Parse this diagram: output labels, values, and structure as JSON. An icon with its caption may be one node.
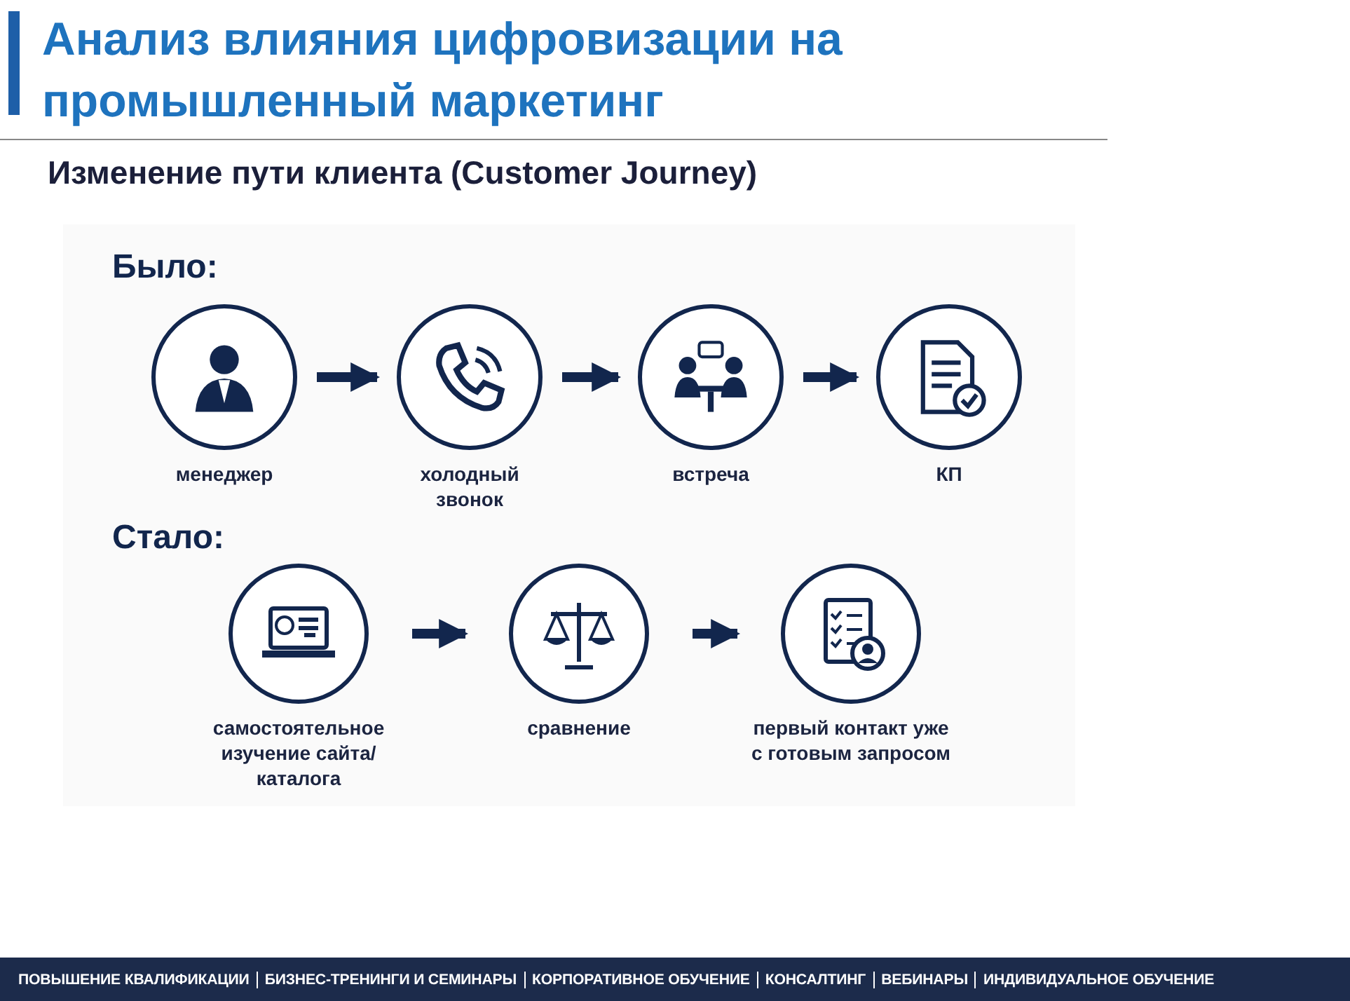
{
  "diagram": {
    "title": "Анализ влияния цифровизации на промышленный маркетинг",
    "nodes": [
      {
        "text": [
          "менеджер"
        ]
      },
      {
        "text": [
          "холодный звонок"
        ]
      },
      {
        "text": [
          "встреча"
        ]
      },
      {
        "text": [
          "КП"
        ]
      },
      {
        "text": [
          "самостоятельное изучение сайта/каталога"
        ]
      },
      {
        "text": [
          "сравнение"
        ]
      },
      {
        "text": [
          "первый контакт уже с готовым запросом"
        ]
      }
    ],
    "edges": [
      {
        "from": 0,
        "to": 1,
        "arrow": "to"
      },
      {
        "from": 1,
        "to": 2,
        "arrow": "to"
      },
      {
        "from": 2,
        "to": 3,
        "arrow": "to"
      },
      {
        "from": 4,
        "to": 5,
        "arrow": "to"
      },
      {
        "from": 5,
        "to": 6,
        "arrow": "to"
      }
    ],
    "labels": [
      "Изменение пути клиента (Customer Journey)",
      "Было:",
      "Стало:",
      "ПОВЫШЕНИЕ КВАЛИФИКАЦИИ",
      "БИЗНЕС-ТРЕНИНГИ И СЕМИНАРЫ",
      "КОРПОРАТИВНОЕ ОБУЧЕНИЕ",
      "КОНСАЛТИНГ",
      "ВЕБИНАРЫ",
      "ИНДИВИДУАЛЬНОЕ ОБУЧЕНИЕ"
    ]
  }
}
